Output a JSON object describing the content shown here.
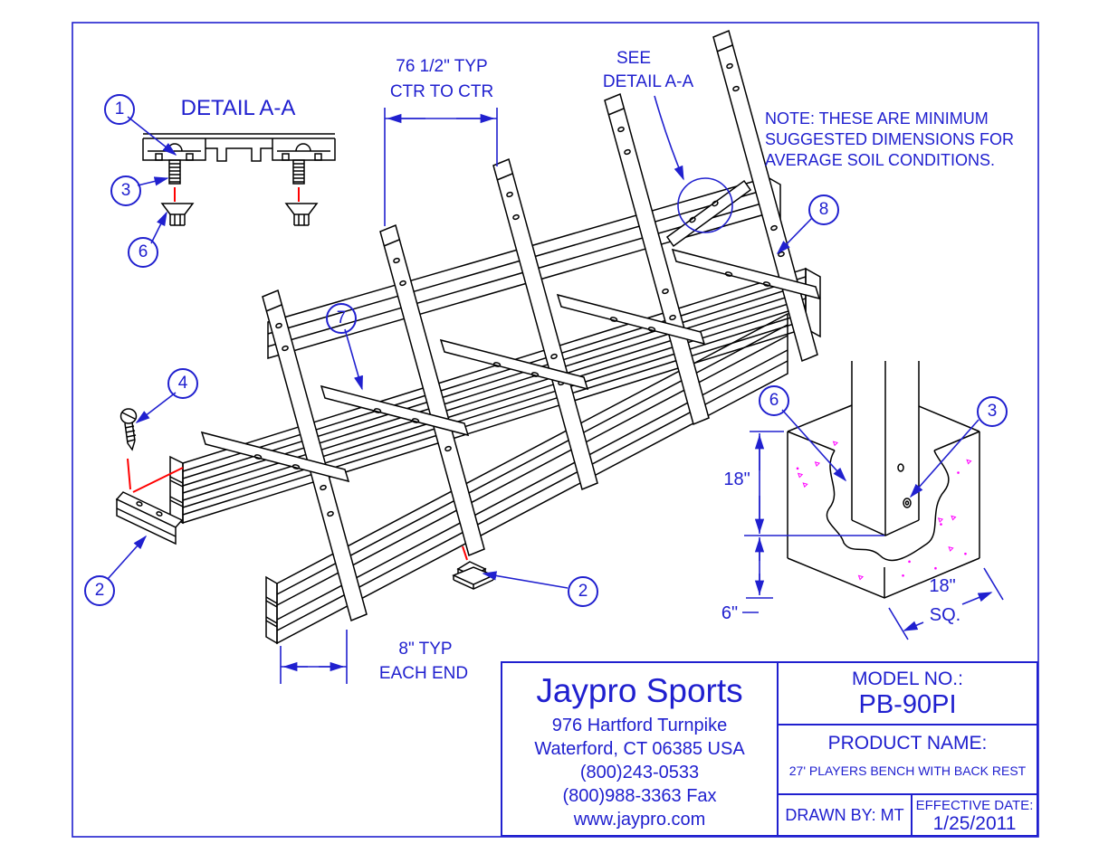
{
  "colors": {
    "annotation_blue": "#2020cf",
    "line_black": "#000000",
    "explode_red": "#ff0000",
    "concrete_magenta": "#ff00ff"
  },
  "drawing": {
    "detail_view": {
      "title": "DETAIL A-A",
      "callouts": {
        "plank": "1",
        "bolt": "3",
        "cap": "6"
      }
    },
    "annotations": {
      "see_detail_line1": "SEE",
      "see_detail_line2": "DETAIL A-A",
      "note_line1": "NOTE: THESE ARE MINIMUM",
      "note_line2": "SUGGESTED DIMENSIONS FOR",
      "note_line3": "AVERAGE SOIL CONDITIONS."
    },
    "dimensions": {
      "center_spacing_line1": "76 1/2\" TYP",
      "center_spacing_line2": "CTR TO CTR",
      "end_offset_line1": "8\" TYP",
      "end_offset_line2": "EACH END"
    },
    "bench_callouts": {
      "end_cap": "2",
      "screw": "4",
      "seat_plank": "7",
      "foot_cap": "2",
      "leg_frame": "8"
    },
    "footing_detail": {
      "callouts": {
        "cap": "6",
        "bolt": "3"
      },
      "depth_dim": "18\"",
      "below_grade_dim": "6\"",
      "width_dim": "18\"",
      "width_suffix": "SQ."
    }
  },
  "title_block": {
    "company": "Jaypro Sports",
    "address1": "976 Hartford Turnpike",
    "address2": "Waterford, CT 06385 USA",
    "phone": "(800)243-0533",
    "fax": "(800)988-3363 Fax",
    "website": "www.jaypro.com",
    "model_label": "MODEL NO.:",
    "model_value": "PB-90PI",
    "product_label": "PRODUCT NAME:",
    "product_value": "27' PLAYERS BENCH WITH BACK REST",
    "drawn_by": "DRAWN BY: MT",
    "effective_label": "EFFECTIVE DATE:",
    "effective_value": "1/25/2011"
  }
}
